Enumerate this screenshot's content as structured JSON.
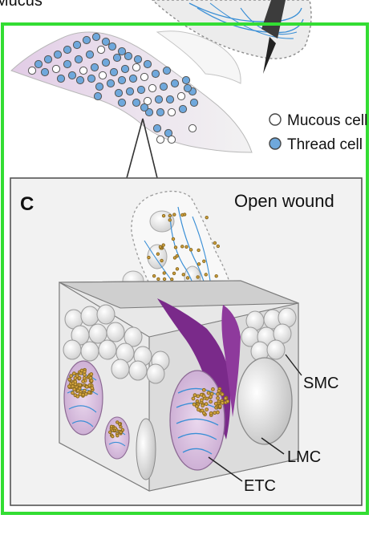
{
  "labels": {
    "top_partial": "Mucus",
    "panel_letter": "C",
    "panel_title": "Open wound",
    "smc": "SMC",
    "lmc": "LMC",
    "etc": "ETC"
  },
  "legend": {
    "items": [
      {
        "label": "Mucous cell",
        "color": "#ffffff"
      },
      {
        "label": "Thread cell",
        "color": "#6fa8dc"
      }
    ]
  },
  "colors": {
    "highlight_frame": "#33dd33",
    "thread_cell": "#6fa8dc",
    "mucous_cell": "#ffffff",
    "thread": "#3a8fd6",
    "granule": "#d6a640",
    "wound_purple": "#7a2a8a",
    "tissue_gray": "#dcdcdc",
    "sheet_pink": "#e6d4e8"
  }
}
